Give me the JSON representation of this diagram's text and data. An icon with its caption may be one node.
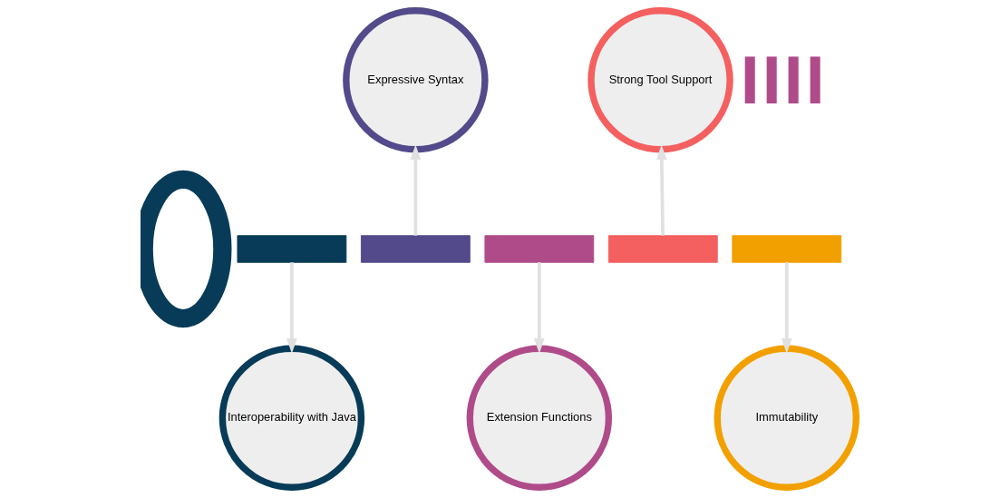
{
  "diagram": {
    "nodes": [
      {
        "text": [],
        "shape": "ring"
      },
      {
        "text": [],
        "shape": "bar"
      },
      {
        "text": [],
        "shape": "bar"
      },
      {
        "text": [],
        "shape": "bar"
      },
      {
        "text": [],
        "shape": "bar"
      },
      {
        "text": [],
        "shape": "bar"
      },
      {
        "text": [
          "Interoperability with Java"
        ]
      },
      {
        "text": [
          "Expressive Syntax"
        ]
      },
      {
        "text": [
          "Extension Functions"
        ]
      },
      {
        "text": [
          "Strong Tool Support"
        ]
      },
      {
        "text": [
          "Immutability"
        ]
      },
      {
        "text": [],
        "shape": "picture"
      }
    ],
    "edges": [
      {
        "from": 1,
        "to": 6,
        "arrow": "to",
        "color": "#e0e0e0"
      },
      {
        "from": 2,
        "to": 7,
        "arrow": "to",
        "color": "#e0e0e0"
      },
      {
        "from": 3,
        "to": 8,
        "arrow": "to",
        "color": "#e0e0e0"
      },
      {
        "from": 4,
        "to": 9,
        "arrow": "to",
        "color": "#e0e0e0"
      },
      {
        "from": 5,
        "to": 10,
        "arrow": "to",
        "color": "#e0e0e0"
      }
    ]
  }
}
